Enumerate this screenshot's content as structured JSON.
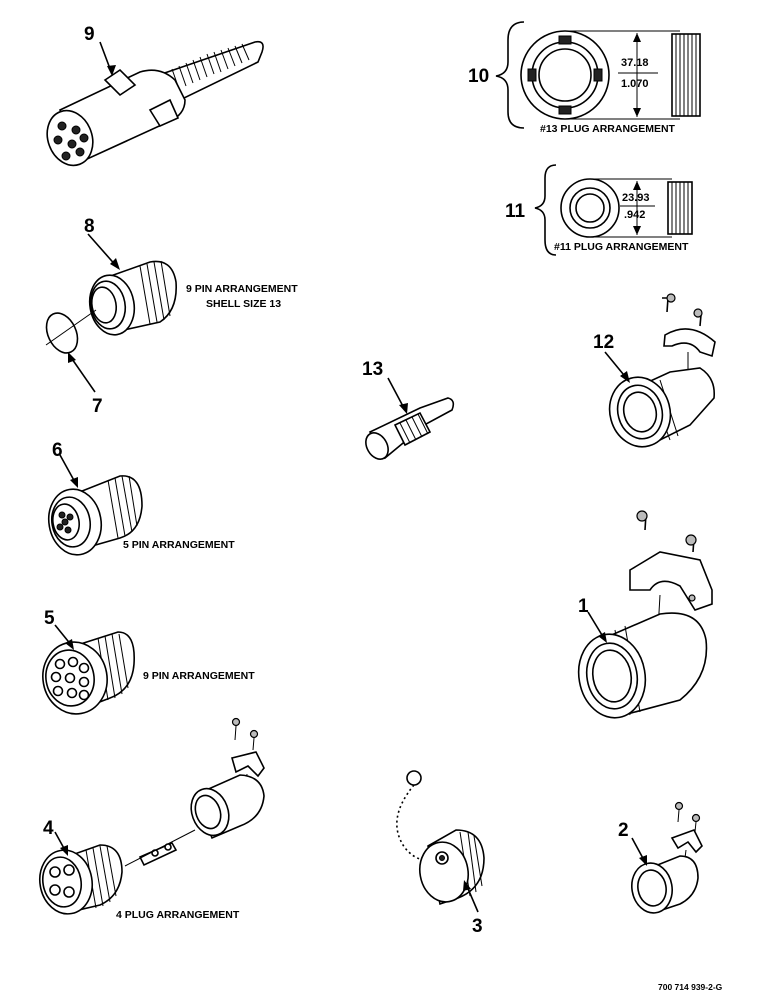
{
  "callouts": {
    "c1": "1",
    "c2": "2",
    "c3": "3",
    "c4": "4",
    "c5": "5",
    "c6": "6",
    "c7": "7",
    "c8": "8",
    "c9": "9",
    "c10": "10",
    "c11": "11",
    "c12": "12",
    "c13": "13"
  },
  "labels": {
    "nine_pin_arrangement_a": "9 PIN ARRANGEMENT",
    "shell_size_13": "SHELL SIZE 13",
    "five_pin_arrangement": "5 PIN ARRANGEMENT",
    "nine_pin_arrangement_b": "9 PIN ARRANGEMENT",
    "four_plug_arrangement": "4 PLUG ARRANGEMENT",
    "plug13_arrangement": "#13 PLUG ARRANGEMENT",
    "plug11_arrangement": "#11 PLUG ARRANGEMENT"
  },
  "dimensions": {
    "d13_mm": "37.18",
    "d13_in": "1.070",
    "d11_mm": "23.93",
    "d11_in": ".942"
  },
  "figure_id": "700 714 939-2-G"
}
